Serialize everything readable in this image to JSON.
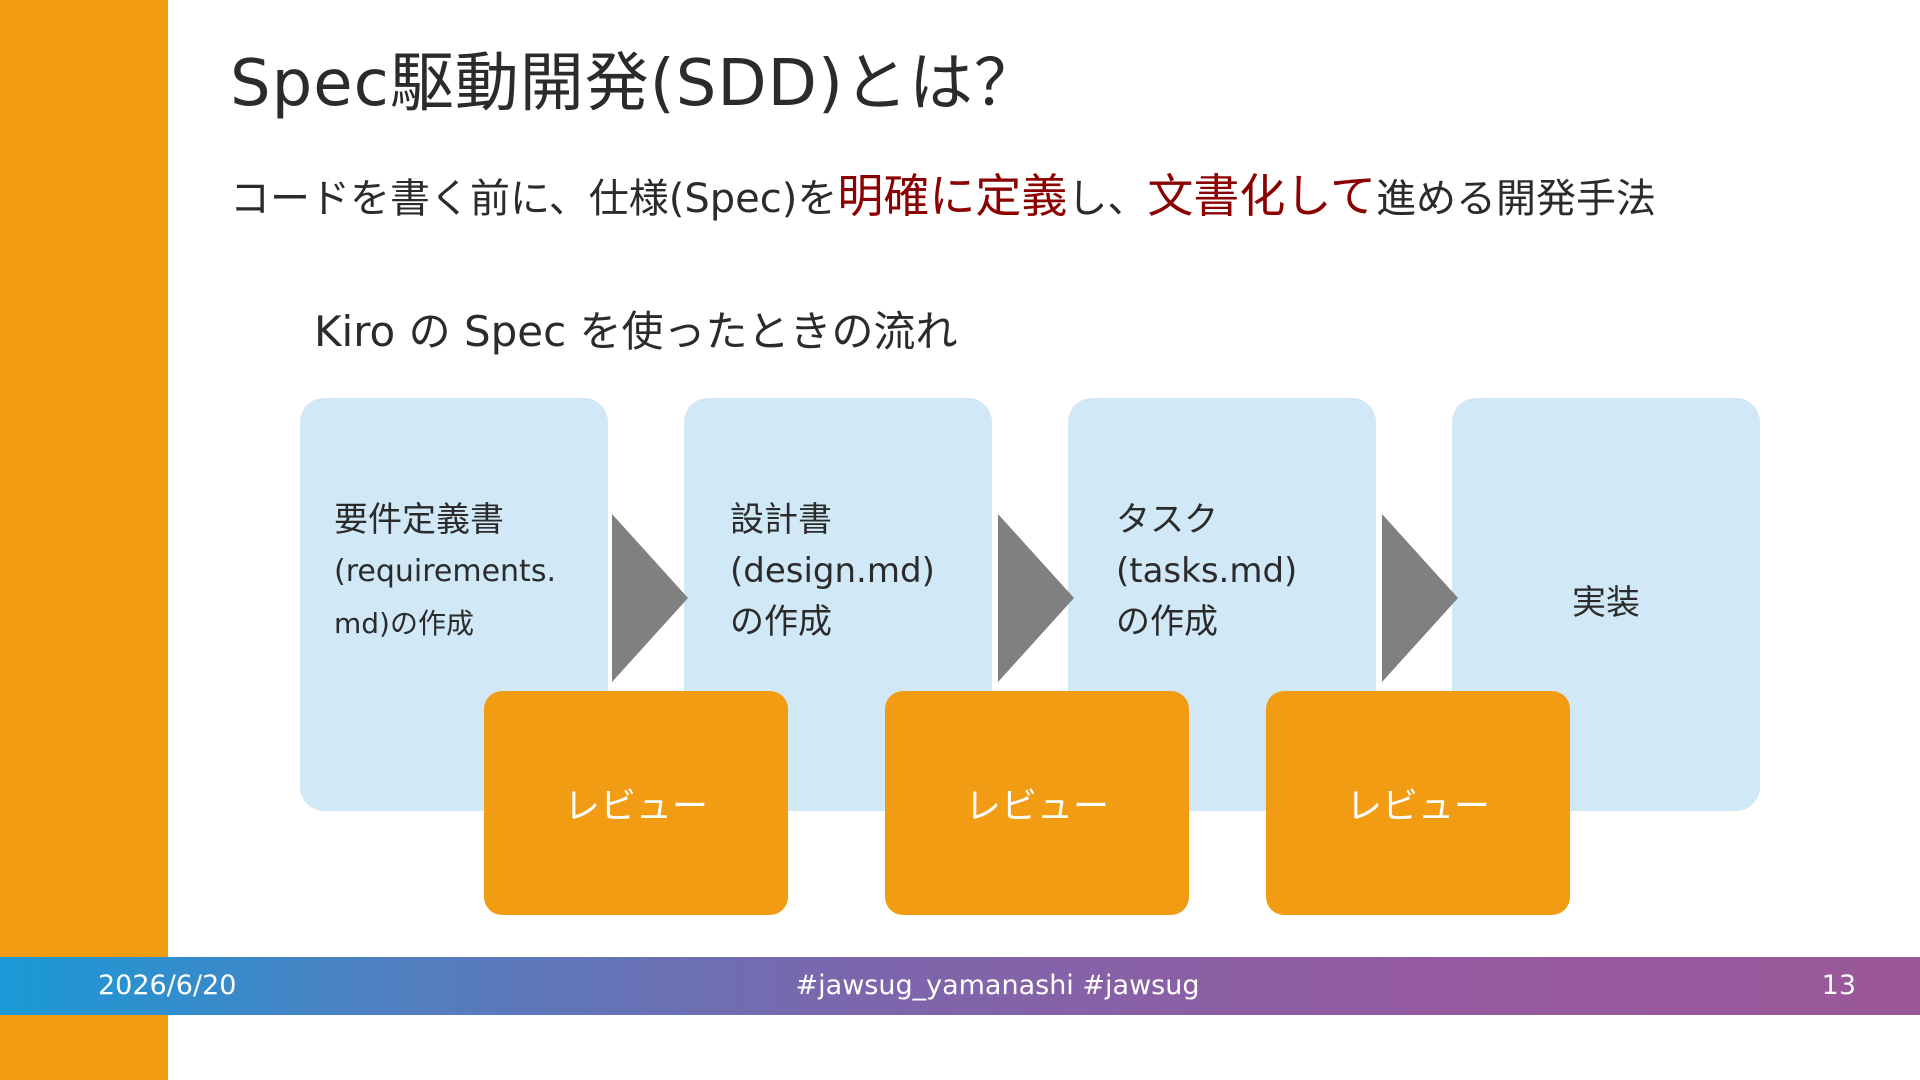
{
  "slide": {
    "title": "Spec駆動開発(SDD)とは？",
    "subtitle": {
      "part1": "コードを書く前に、仕様(Spec)を",
      "emph1": "明確に定義",
      "part2": "し、",
      "emph2": "文書化して",
      "part3": "進める開発手法"
    },
    "section_heading": "Kiro の Spec を使ったときの流れ",
    "steps": [
      {
        "lines": [
          "要件定義書",
          "(requirements.",
          "md)の作成"
        ]
      },
      {
        "lines": [
          "設計書",
          "(design.md)",
          "の作成"
        ]
      },
      {
        "lines": [
          "タスク",
          "(tasks.md)",
          "の作成"
        ]
      },
      {
        "lines": [
          "実装"
        ]
      }
    ],
    "reviews": [
      "レビュー",
      "レビュー",
      "レビュー"
    ]
  },
  "footer": {
    "date": "2026/6/20",
    "hashtags": "#jawsug_yamanashi #jawsug",
    "page_number": "13"
  },
  "colors": {
    "accent_orange": "#f29c14",
    "step_box": "#d1e8f7",
    "arrow": "#808080",
    "emphasis_red": "#8b0000",
    "footer_gradient_start": "#1a9ad6",
    "footer_gradient_end": "#9a5798"
  }
}
